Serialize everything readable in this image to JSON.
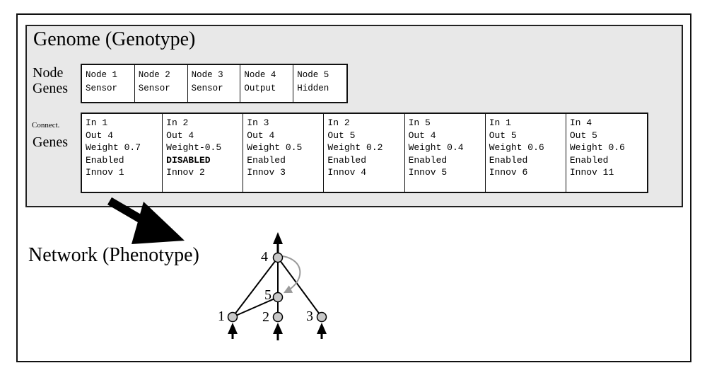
{
  "genome": {
    "title": "Genome (Genotype)",
    "node_genes_label": [
      "Node",
      "Genes"
    ],
    "connect_genes_label_small": "Connect.",
    "connect_genes_label": "Genes",
    "node_genes": [
      {
        "node": "Node 1",
        "type": "Sensor"
      },
      {
        "node": "Node 2",
        "type": "Sensor"
      },
      {
        "node": "Node 3",
        "type": "Sensor"
      },
      {
        "node": "Node 4",
        "type": "Output"
      },
      {
        "node": "Node 5",
        "type": "Hidden"
      }
    ],
    "connection_genes": [
      {
        "in": "In 1",
        "out": "Out 4",
        "weight": "Weight 0.7",
        "status": "Enabled",
        "innov": "Innov 1"
      },
      {
        "in": "In 2",
        "out": "Out 4",
        "weight": "Weight-0.5",
        "status": "DISABLED",
        "innov": "Innov 2"
      },
      {
        "in": "In 3",
        "out": "Out 4",
        "weight": "Weight 0.5",
        "status": "Enabled",
        "innov": "Innov 3"
      },
      {
        "in": "In 2",
        "out": "Out 5",
        "weight": "Weight 0.2",
        "status": "Enabled",
        "innov": "Innov 4"
      },
      {
        "in": "In 5",
        "out": "Out 4",
        "weight": "Weight 0.4",
        "status": "Enabled",
        "innov": "Innov 5"
      },
      {
        "in": "In 1",
        "out": "Out 5",
        "weight": "Weight 0.6",
        "status": "Enabled",
        "innov": "Innov 6"
      },
      {
        "in": "In 4",
        "out": "Out 5",
        "weight": "Weight 0.6",
        "status": "Enabled",
        "innov": "Innov 11"
      }
    ]
  },
  "network": {
    "title": "Network (Phenotype)",
    "node_labels": {
      "n1": "1",
      "n2": "2",
      "n3": "3",
      "n4": "4",
      "n5": "5"
    }
  },
  "colors": {
    "genome_bg": "#e8e8e8",
    "node_fill": "#c8c8c8",
    "recurrent_link": "#9a9a9a",
    "ink": "#000000"
  }
}
